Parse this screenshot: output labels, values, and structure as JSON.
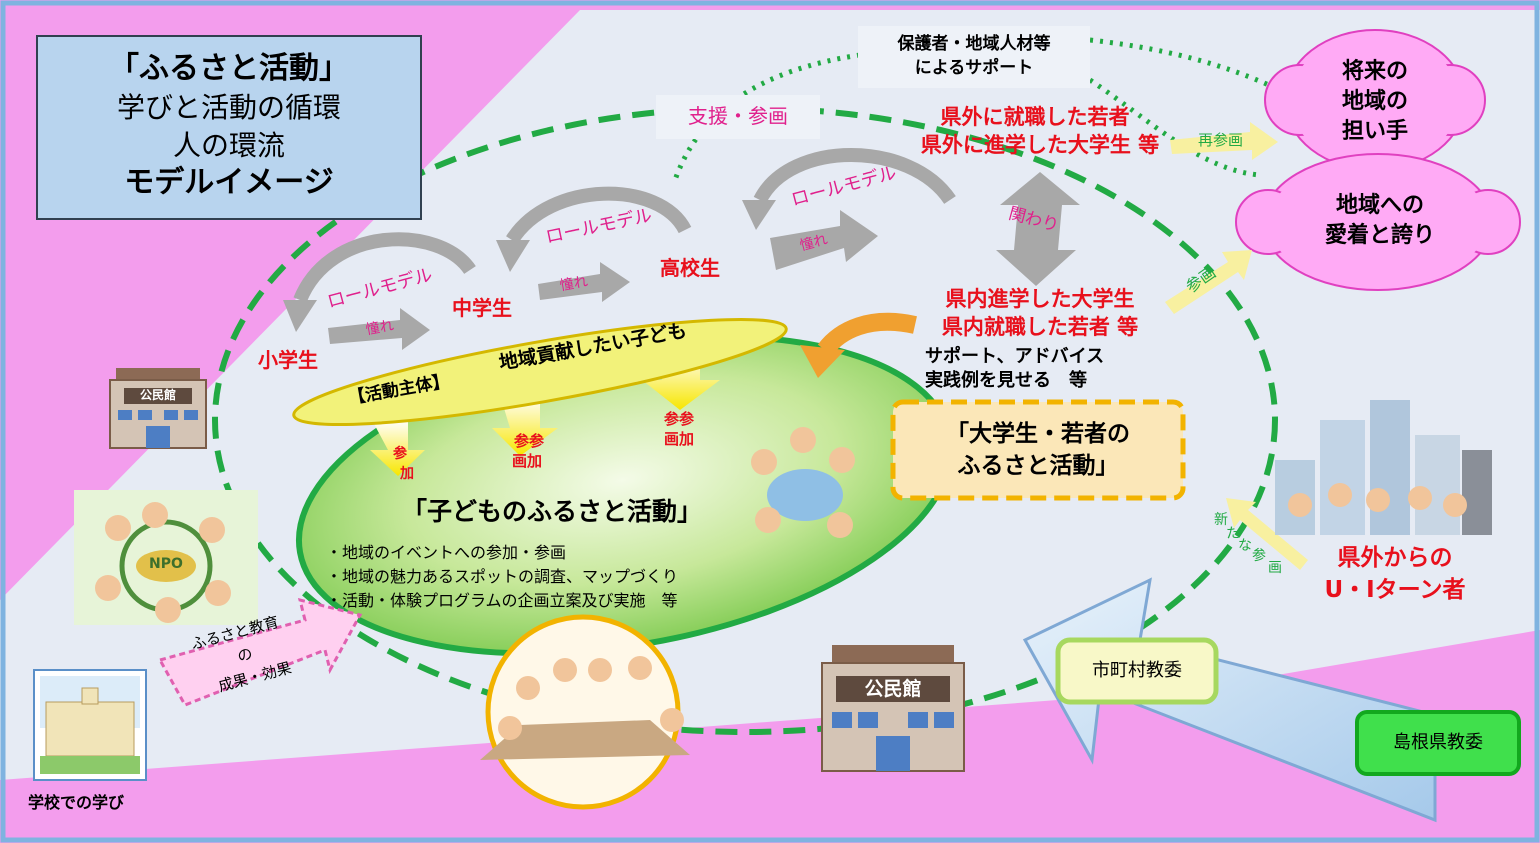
{
  "title_box": {
    "line1": "「ふるさと活動」",
    "line2": "学びと活動の循環",
    "line3": "人の環流",
    "line4": "モデルイメージ"
  },
  "support_top": {
    "line1": "保護者・地域人材等",
    "line2": "によるサポート"
  },
  "support_participation": "支援・参画",
  "future": {
    "line1": "将来の",
    "line2": "地域の",
    "line3": "担い手"
  },
  "pride": {
    "line1": "地域への",
    "line2": "愛着と誇り"
  },
  "outside_youth": {
    "line1": "県外に就職した若者",
    "line2": "県外に進学した大学生 等"
  },
  "re_participation": "再参画",
  "participation": "参画",
  "involvement": "関わり",
  "inside_youth": {
    "line1": "県内進学した大学生",
    "line2": "県内就職した若者 等"
  },
  "support_advice": {
    "line1": "サポート、アドバイス",
    "line2": "実践例を見せる　等"
  },
  "youth_activity": {
    "line1": "「大学生・若者の",
    "line2": "ふるさと活動」"
  },
  "stages": {
    "elementary": "小学生",
    "junior_high": "中学生",
    "high_school": "高校生"
  },
  "role_model": "ロールモデル",
  "admiration": "憧れ",
  "banner": {
    "subject": "【活動主体】",
    "text": "地域貢献したい子ども"
  },
  "join": {
    "a": "参",
    "b": "加",
    "pair1": "参参",
    "pair2": "画加"
  },
  "children_activity": {
    "title": "「子どものふるさと活動」",
    "items": [
      "・地域のイベントへの参加・参画",
      "・地域の魅力あるスポットの調査、マップづくり",
      "・活動・体験プログラムの企画立案及び実施　等"
    ]
  },
  "community_hall": "公民館",
  "npo": "NPO",
  "school_learning": "学校での学び",
  "education_effect": {
    "line1": "ふるさと教育",
    "line2": "の",
    "line3": "成果・効果"
  },
  "new_participation": {
    "c1": "新",
    "c2": "た",
    "c3": "な",
    "c4": "参",
    "c5": "画"
  },
  "u_i_turn": {
    "line1": "県外からの",
    "line2": "U・Iターン者"
  },
  "city_board": "市町村教委",
  "pref_board": "島根県教委",
  "colors": {
    "pink_bg": "#f8a0f0",
    "light_bg": "#e8edf6",
    "title_box": "#b8d4ee",
    "red_text": "#e8101c",
    "magenta_text": "#e0208c",
    "green_dash": "#22aa44",
    "green_ellipse": "#8cd05a",
    "pink_cloud": "#ffaaf5",
    "yellow_banner": "#f0f07a",
    "arrow_gray": "#a9a9a9",
    "blue_arrow": "#b8d8f0"
  }
}
